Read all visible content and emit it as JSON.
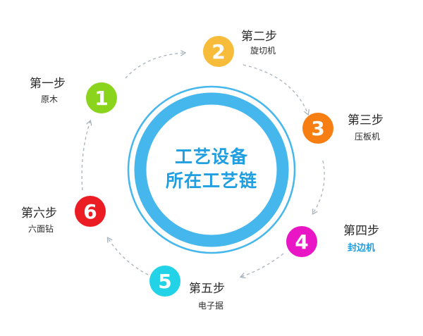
{
  "center": {
    "line1": "工艺设备",
    "line2": "所在工艺链"
  },
  "colors": {
    "ring": "#45b7ec",
    "ring_thin": "#45b7ec",
    "center_text": "#1f9fe0",
    "arrow": "#a7b2bb",
    "highlight": "#1f9fe0"
  },
  "steps": [
    {
      "number": "1",
      "title": "第一步",
      "label": "原木",
      "color": "#8bd41d",
      "highlight": false
    },
    {
      "number": "2",
      "title": "第二步",
      "label": "旋切机",
      "color": "#f7bd3a",
      "highlight": false
    },
    {
      "number": "3",
      "title": "第三步",
      "label": "压板机",
      "color": "#f77e12",
      "highlight": false
    },
    {
      "number": "4",
      "title": "第四步",
      "label": "封边机",
      "color": "#e816c4",
      "highlight": true
    },
    {
      "number": "5",
      "title": "第五步",
      "label": "电子据",
      "color": "#22d3e8",
      "highlight": false
    },
    {
      "number": "6",
      "title": "第六步",
      "label": "六面钻",
      "color": "#ec1c24",
      "highlight": false
    }
  ]
}
